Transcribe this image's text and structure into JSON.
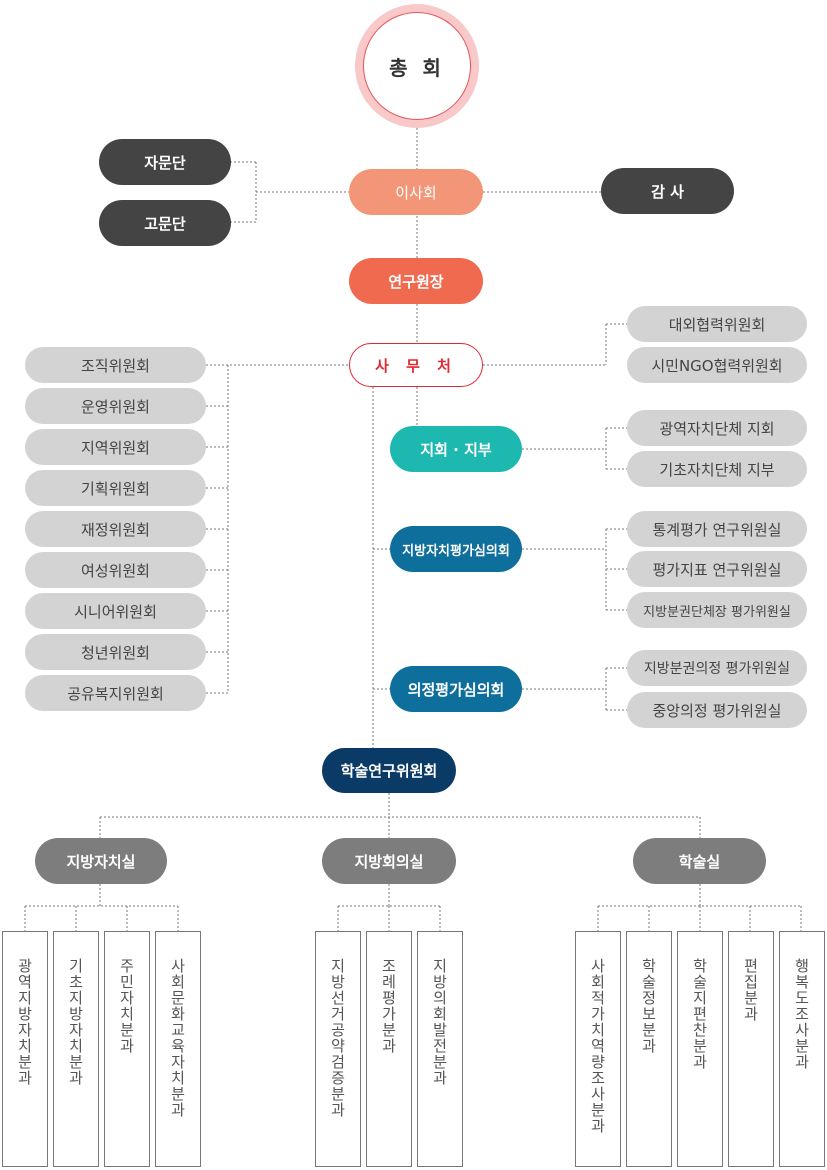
{
  "top": {
    "general_assembly": "총 회"
  },
  "advisory": [
    "자문단",
    "고문단"
  ],
  "board": "이사회",
  "auditor": "감 사",
  "director": "연구원장",
  "secretariat": "사 무 처",
  "committees": [
    "조직위원회",
    "운영위원회",
    "지역위원회",
    "기획위원회",
    "재정위원회",
    "여성위원회",
    "시니어위원회",
    "청년위원회",
    "공유복지위원회"
  ],
  "external": [
    "대외협력위원회",
    "시민NGO협력위원회"
  ],
  "branches": {
    "label": "지회 · 지부",
    "items": [
      "광역자치단체 지회",
      "기초자치단체 지부"
    ]
  },
  "local_eval": {
    "label": "지방자치평가심의회",
    "items": [
      "통계평가 연구위원실",
      "평가지표 연구위원실",
      "지방분권단체장 평가위원실"
    ]
  },
  "council_eval": {
    "label": "의정평가심의회",
    "items": [
      "지방분권의정 평가위원실",
      "중앙의정 평가위원실"
    ]
  },
  "academic": "학술연구위원회",
  "offices": [
    {
      "label": "지방자치실",
      "subs": [
        "광역지방자치분과",
        "기초지방자치분과",
        "주민자치분과",
        "사회문화교육자치분과"
      ]
    },
    {
      "label": "지방회의실",
      "subs": [
        "지방선거공약검증분과",
        "조례평가분과",
        "지방의회발전분과"
      ]
    },
    {
      "label": "학술실",
      "subs": [
        "사회적가치역량조사분과",
        "학술정보분과",
        "학술지편찬분과",
        "편집분과",
        "행복도조사분과"
      ]
    }
  ]
}
